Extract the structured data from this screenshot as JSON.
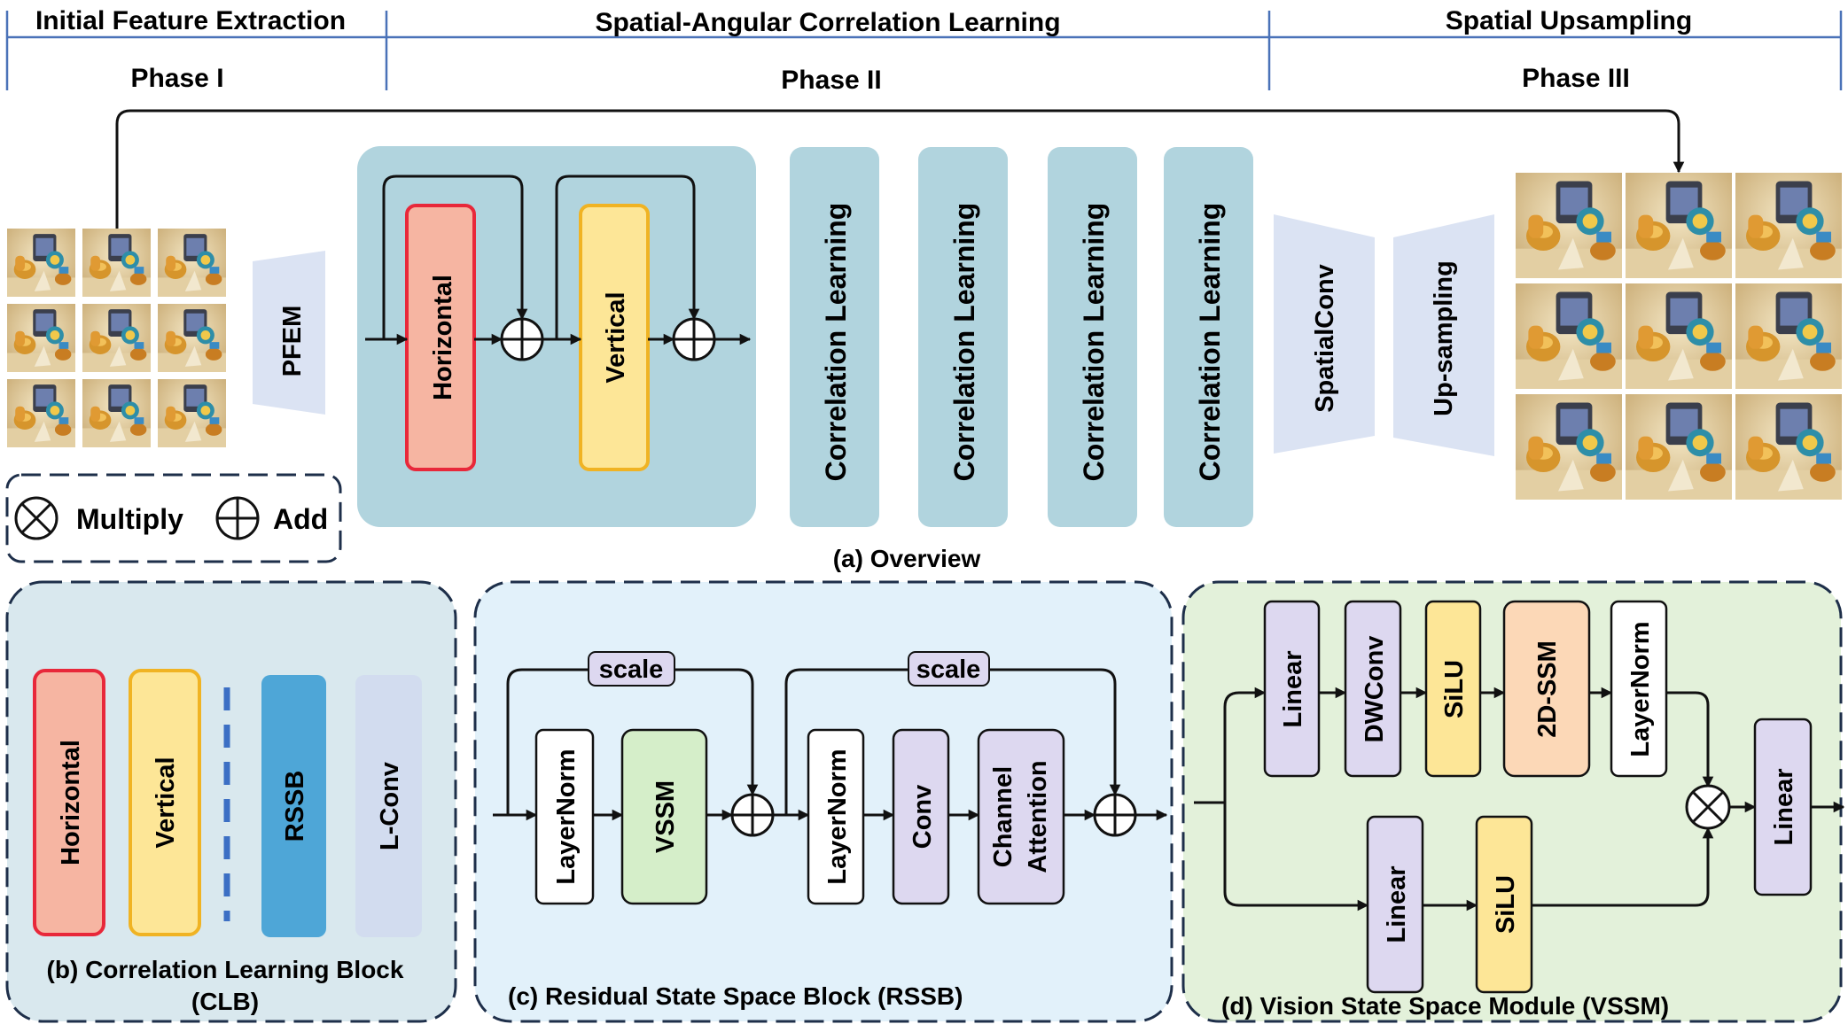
{
  "phases": [
    {
      "title": "Initial Feature Extraction",
      "label": "Phase I"
    },
    {
      "title": "Spatial-Angular Correlation Learning",
      "label": "Phase II"
    },
    {
      "title": "Spatial Upsampling",
      "label": "Phase III"
    }
  ],
  "overview": {
    "caption": "(a) Overview",
    "pfem_label": "PFEM",
    "horizontal_label": "Horizontal",
    "vertical_label": "Vertical",
    "correlation_blocks": [
      "Correlation Learning",
      "Correlation Learning",
      "Correlation Learning",
      "Correlation Learning"
    ],
    "spatialconv_label": "SpatialConv",
    "upsampling_label": "Up-sampling"
  },
  "legend": {
    "multiply_label": "Multiply",
    "add_label": "Add"
  },
  "clb": {
    "caption_line1": "(b) Correlation Learning Block",
    "caption_line2": "(CLB)",
    "blocks": [
      "Horizontal",
      "Vertical",
      "RSSB",
      "L-Conv"
    ]
  },
  "rssb": {
    "caption": "(c) Residual State Space Block (RSSB)",
    "scale_label": "scale",
    "layernorm_label": "LayerNorm",
    "vssm_label": "VSSM",
    "conv_label": "Conv",
    "channel_attention_line1": "Channel",
    "channel_attention_line2": "Attention"
  },
  "vssm": {
    "caption": "(d) Vision State Space Module (VSSM)",
    "top_branch": [
      "Linear",
      "DWConv",
      "SiLU",
      "2D-SSM",
      "LayerNorm"
    ],
    "bottom_branch": [
      "Linear",
      "SiLU"
    ],
    "output_label": "Linear"
  },
  "colors": {
    "phase_line": "#4a72b8",
    "overview_panel": "#b1d4de",
    "correlation_block": "#b1d4de",
    "horizontal_fill": "#f6b5a2",
    "horizontal_border": "#e8283a",
    "vertical_fill": "#fde697",
    "vertical_border": "#f0b323",
    "pfem_fill": "#dbe3f3",
    "clb_panel": "#d9e8ee",
    "rssb_block": "#4ea6d7",
    "lconv_block": "#d2dcef",
    "rssb_panel": "#e2f1fa",
    "vssm_box": "#d5eec9",
    "conv_box": "#ddd8f0",
    "vssm_panel": "#e3f1da",
    "ssm_box": "#fcd8b7",
    "panel_border": "#1e2f4a"
  }
}
